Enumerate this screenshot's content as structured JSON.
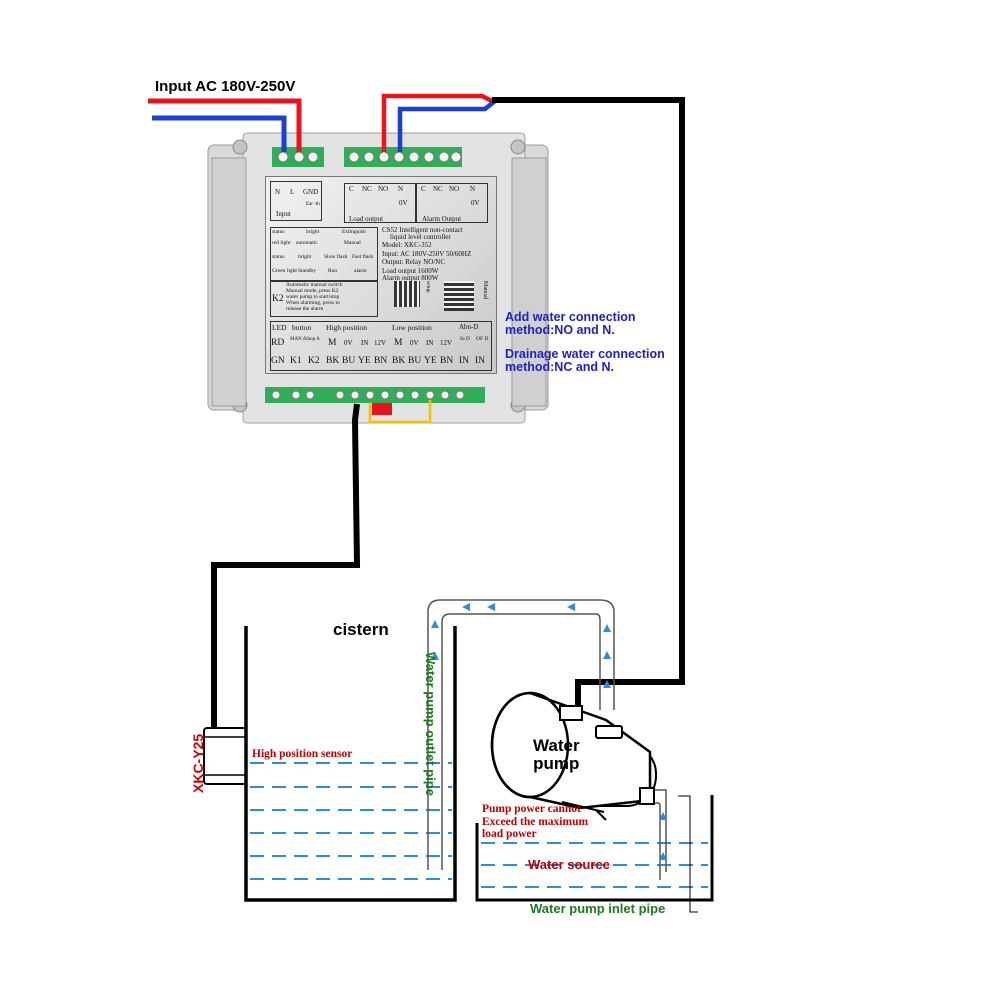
{
  "labels": {
    "input_ac": "Input AC 180V-250V",
    "add_water_1": "Add water connection",
    "add_water_2": "method:NO and N.",
    "drain_water_1": "Drainage water connection",
    "drain_water_2": "method:NC and N.",
    "cistern": "cistern",
    "outlet_pipe": "Water pump outlet pipe",
    "water_pump_1": "Water",
    "water_pump_2": "pump",
    "sensor_model": "XKC-Y25",
    "high_position_sensor": "High position sensor",
    "pump_power_1": "Pump power cannot",
    "pump_power_2": "Exceed the maximum",
    "pump_power_3": "load power",
    "water_source": "Water source",
    "inlet_pipe": "Water pump inlet pipe"
  },
  "panel": {
    "input_cols": [
      "N",
      "L",
      "GND"
    ],
    "earth": "Ear -th",
    "input": "Input",
    "load_cols": [
      "C",
      "NC",
      "NO",
      "N"
    ],
    "alarm_cols": [
      "C",
      "NC",
      "NO",
      "N"
    ],
    "ov": "0V",
    "load_output": "Load output",
    "alarm_output": "Alarm Output",
    "status_row1": [
      "status",
      "bright",
      "Extinguish"
    ],
    "status_row2": [
      "red light",
      "automatic",
      "Manual"
    ],
    "status_row3": [
      "status",
      "bright",
      "Slow flash",
      "Fast flash"
    ],
    "status_row4": [
      "Green light",
      "Standby",
      "Run",
      "alarm"
    ],
    "model_lines": [
      "CS52 Intelligent non-contact",
      "liquid level controller",
      "Model: XKC-352",
      "Input: AC 180V-250V 50/60HZ",
      "Output: Relay NO/NC",
      "Load output 1600W",
      "Alarm output 800W"
    ],
    "k2": "K2",
    "k2_lines": [
      "Automatic manual switch",
      "Manual mode, press K2",
      "water pump to start/stop",
      "When alarming, press to",
      "release the alarm"
    ],
    "qr_label_1": "setup",
    "qr_label_2": "Manual",
    "groups": [
      "LED",
      "button",
      "High position",
      "Low position",
      "Abn-D"
    ],
    "row_top": [
      "RD",
      "MAN A",
      "Stop A",
      "M",
      "0V",
      "IN",
      "12V",
      "M",
      "0V",
      "IN",
      "12V",
      "In D",
      "OF D"
    ],
    "row_bottom": [
      "GN",
      "K1",
      "K2",
      "BK",
      "BU",
      "YE",
      "BN",
      "BK",
      "BU",
      "YE",
      "BN",
      "IN",
      "IN"
    ]
  },
  "colors": {
    "live_wire": "#e8141c",
    "neutral_wire": "#1a3fd6",
    "signal_wire": "#000000",
    "sensor_wire": "#f2c200",
    "water": "#2a8de0",
    "note_text": "#1f1fc8",
    "red_text": "#c00000",
    "green_text": "#1f7a1f"
  }
}
